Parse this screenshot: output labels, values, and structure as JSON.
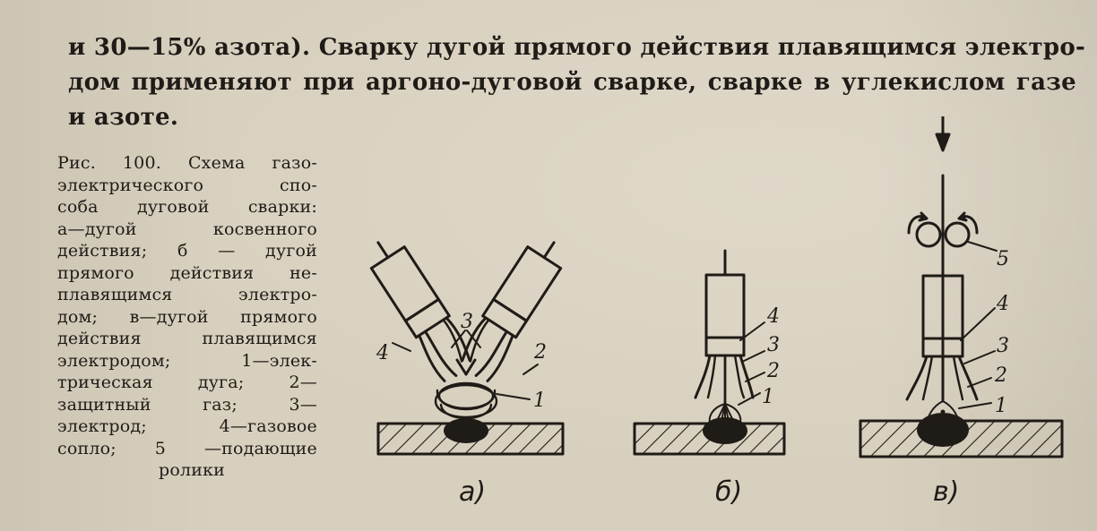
{
  "body_text": {
    "lines": [
      "и 30—15% азота). Сварку дугой прямого действия плавящимся электро-",
      "дом применяют при аргоно-дуговой сварке, сварке в углекислом газе",
      "и азоте."
    ]
  },
  "caption": {
    "lines": [
      "Рис. 100. Схема газо-",
      "электрического спо-",
      "соба дуговой сварки:",
      "а—дугой косвенного",
      "действия; б — дугой",
      "прямого действия не-",
      "плавящимся электро-",
      "дом; в—дугой прямого",
      "действия плавящимся",
      "электродом; 1—элек-",
      "трическая дуга; 2—",
      "защитный газ; 3—",
      "электрод; 4—газовое",
      "сопло; 5 —подающие",
      "ролики"
    ]
  },
  "figure": {
    "panel_a": {
      "sub_label": "а)",
      "labels": {
        "n4": "4",
        "n3": "3",
        "n2": "2",
        "n1": "1"
      }
    },
    "panel_b": {
      "sub_label": "б)",
      "labels": {
        "n4": "4",
        "n3": "3",
        "n2": "2",
        "n1": "1"
      }
    },
    "panel_c": {
      "sub_label": "в)",
      "labels": {
        "n5": "5",
        "n4": "4",
        "n3": "3",
        "n2": "2",
        "n1": "1"
      }
    }
  }
}
